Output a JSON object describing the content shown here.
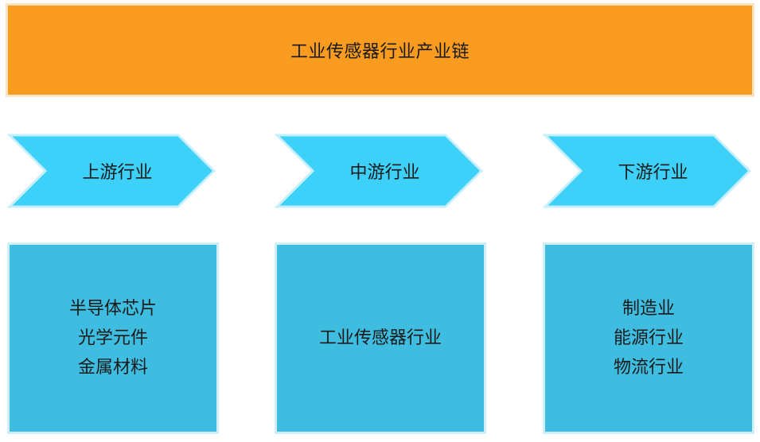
{
  "title": "工业传感器行业产业链",
  "colors": {
    "title_fill": "#F99B1E",
    "chevron_fill": "#3DD0F8",
    "box_fill": "#3FBDE0"
  },
  "columns": [
    {
      "stage": "上游行业",
      "items": [
        "半导体芯片",
        "光学元件",
        "金属材料"
      ]
    },
    {
      "stage": "中游行业",
      "items": [
        "工业传感器行业"
      ]
    },
    {
      "stage": "下游行业",
      "items": [
        "制造业",
        "能源行业",
        "物流行业"
      ]
    }
  ]
}
